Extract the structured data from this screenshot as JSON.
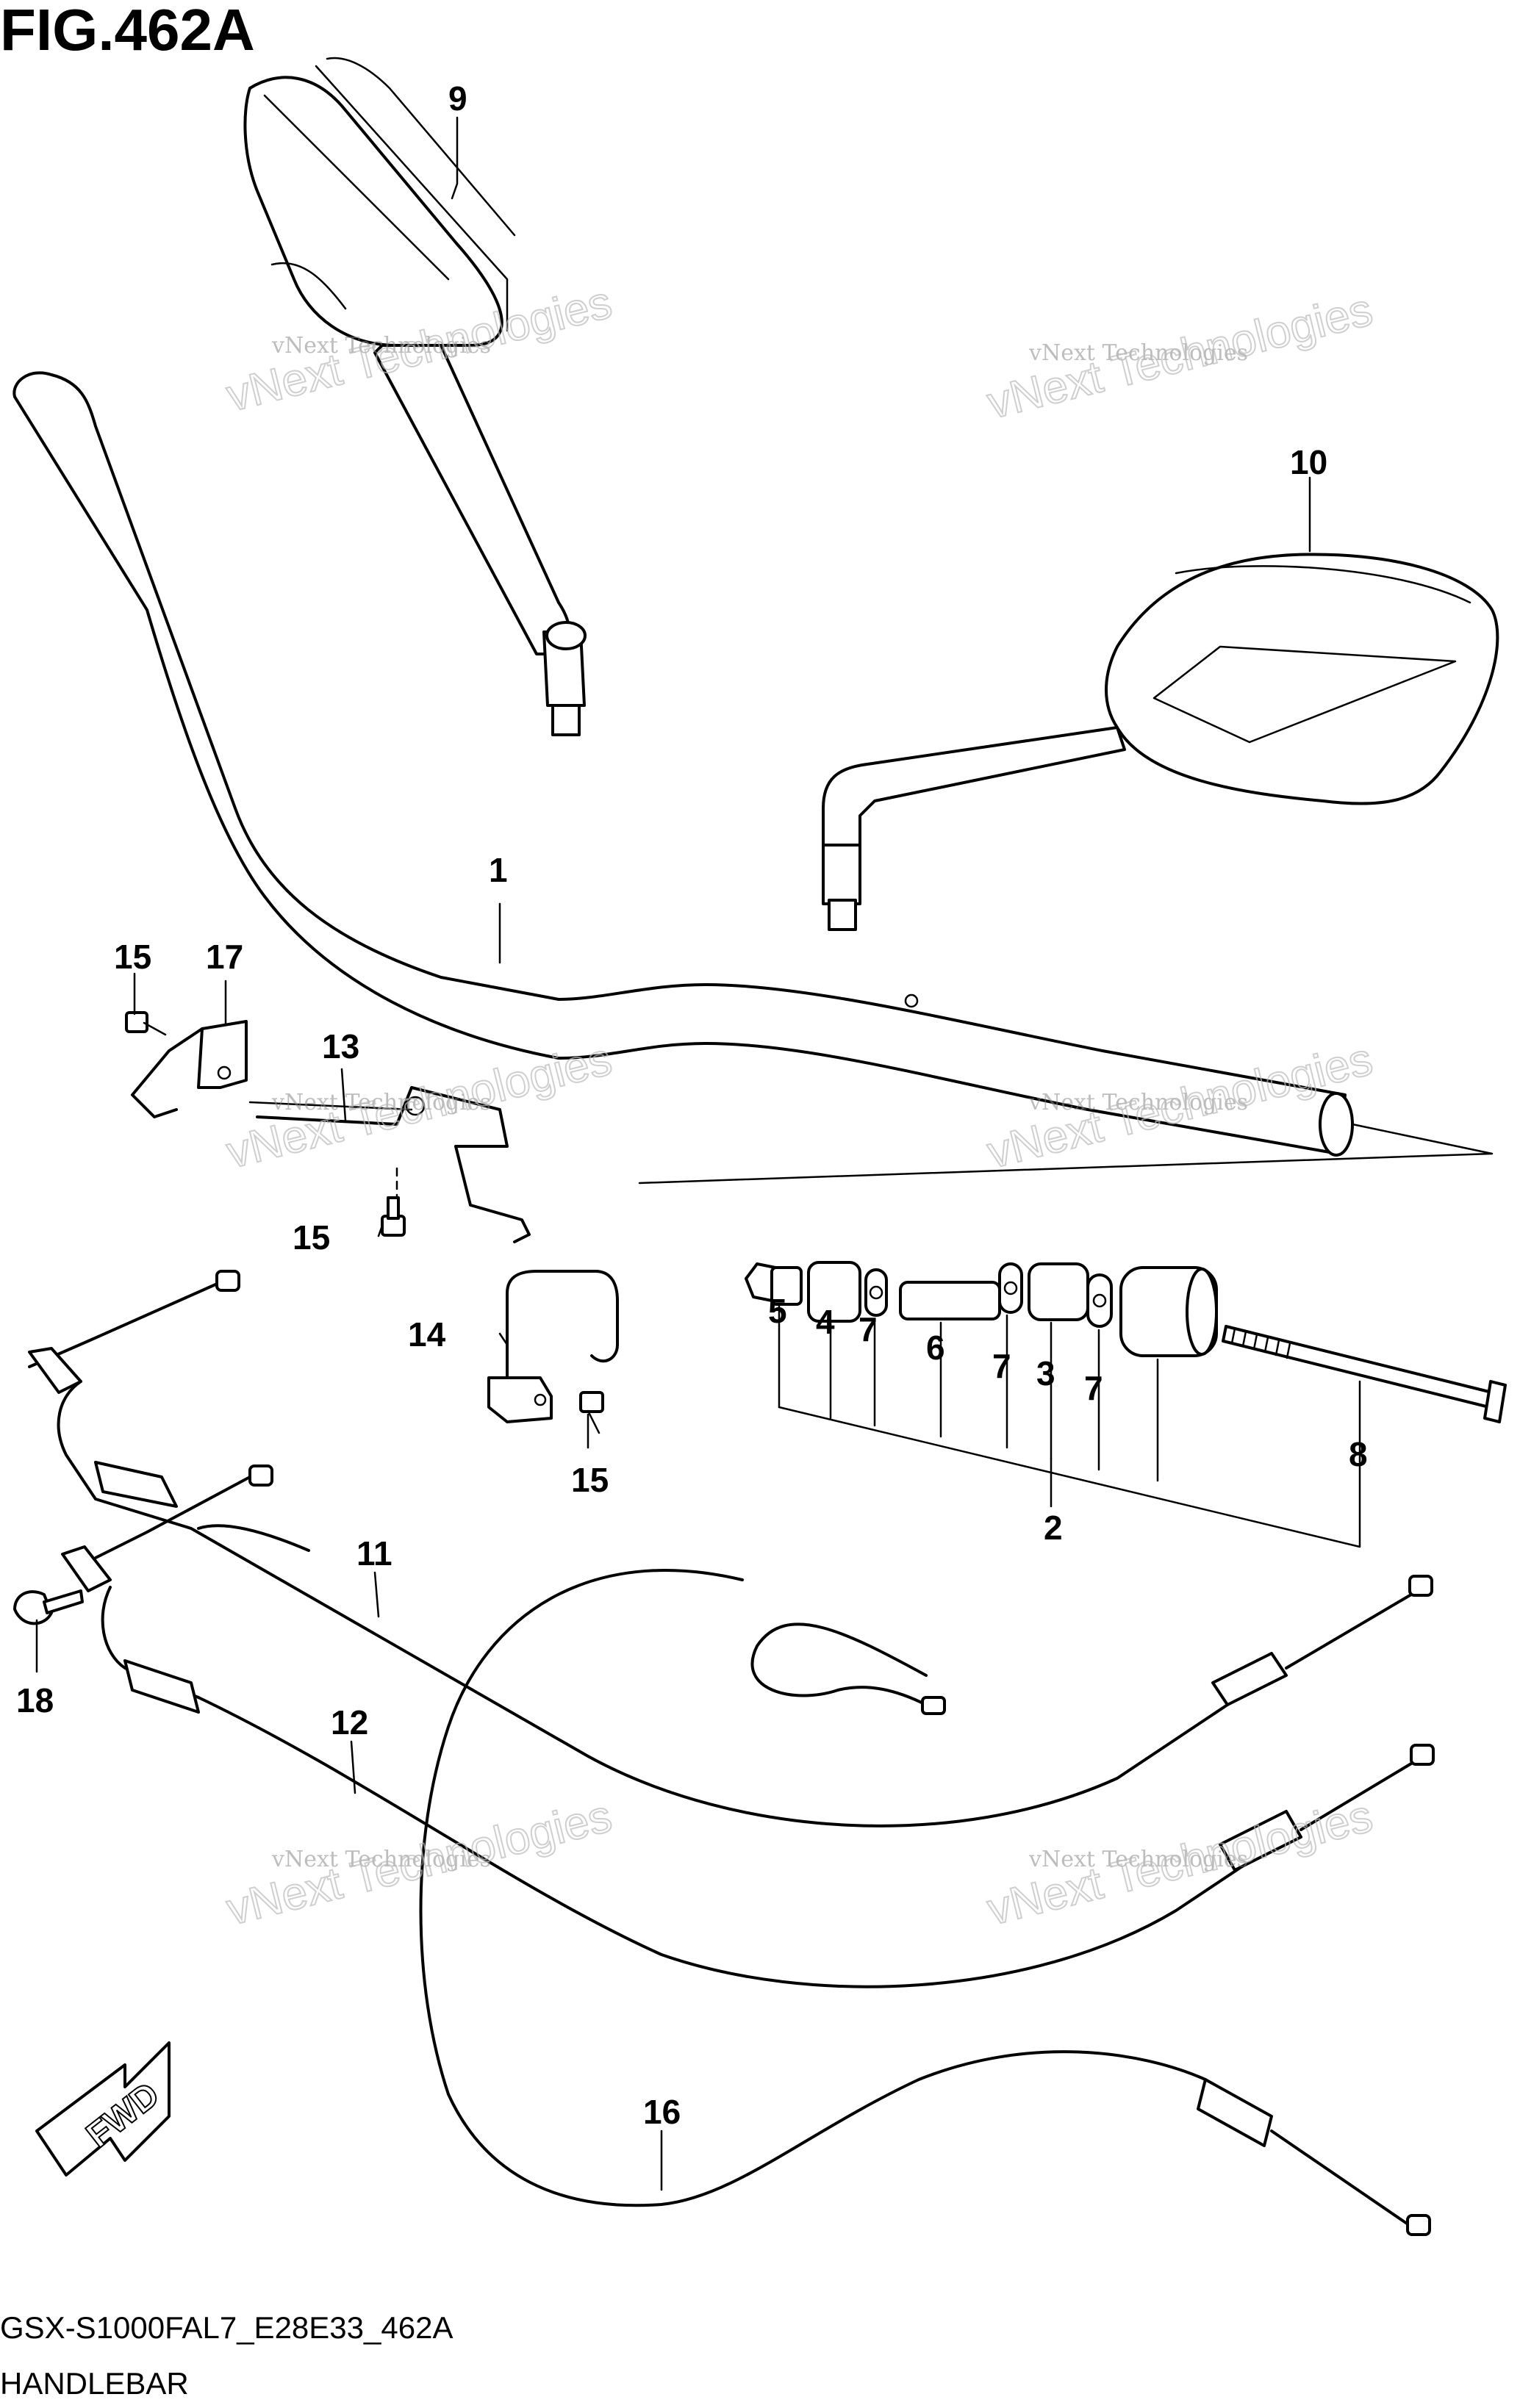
{
  "figure_title": "FIG.462A",
  "model_code": "GSX-S1000FAL7_E28E33_462A",
  "section_name": "HANDLEBAR",
  "fwd_label": "FWD",
  "watermark": {
    "line1": "vNext Technologies",
    "line2": "vNext Technologies"
  },
  "callouts": {
    "c1": "1",
    "c2": "2",
    "c3": "3",
    "c4": "4",
    "c5": "5",
    "c6": "6",
    "c7a": "7",
    "c7b": "7",
    "c7c": "7",
    "c8": "8",
    "c9": "9",
    "c10": "10",
    "c11": "11",
    "c12": "12",
    "c13": "13",
    "c14": "14",
    "c15a": "15",
    "c15b": "15",
    "c15c": "15",
    "c16": "16",
    "c17": "17",
    "c18": "18"
  }
}
